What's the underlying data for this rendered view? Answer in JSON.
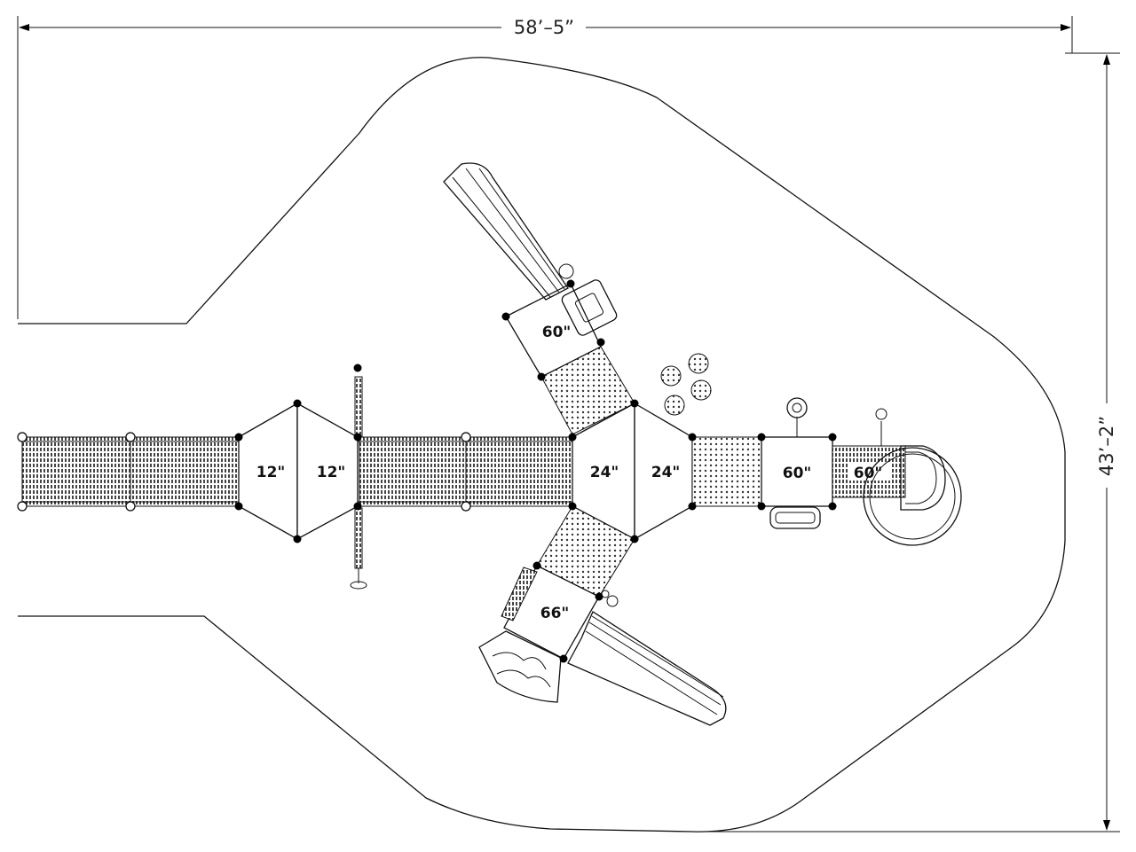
{
  "dimensions": {
    "width_label": "58’–5”",
    "height_label": "43’–2”"
  },
  "decks": [
    {
      "id": "deck-12a",
      "label": "12\""
    },
    {
      "id": "deck-12b",
      "label": "12\""
    },
    {
      "id": "deck-24a",
      "label": "24\""
    },
    {
      "id": "deck-24b",
      "label": "24\""
    },
    {
      "id": "deck-60-top",
      "label": "60\""
    },
    {
      "id": "deck-60-right",
      "label": "60\""
    },
    {
      "id": "deck-60-bottom",
      "label": "60\""
    },
    {
      "id": "deck-66",
      "label": "66\""
    }
  ],
  "colors": {
    "line": "#111111",
    "background": "#ffffff",
    "post": "#000000"
  }
}
